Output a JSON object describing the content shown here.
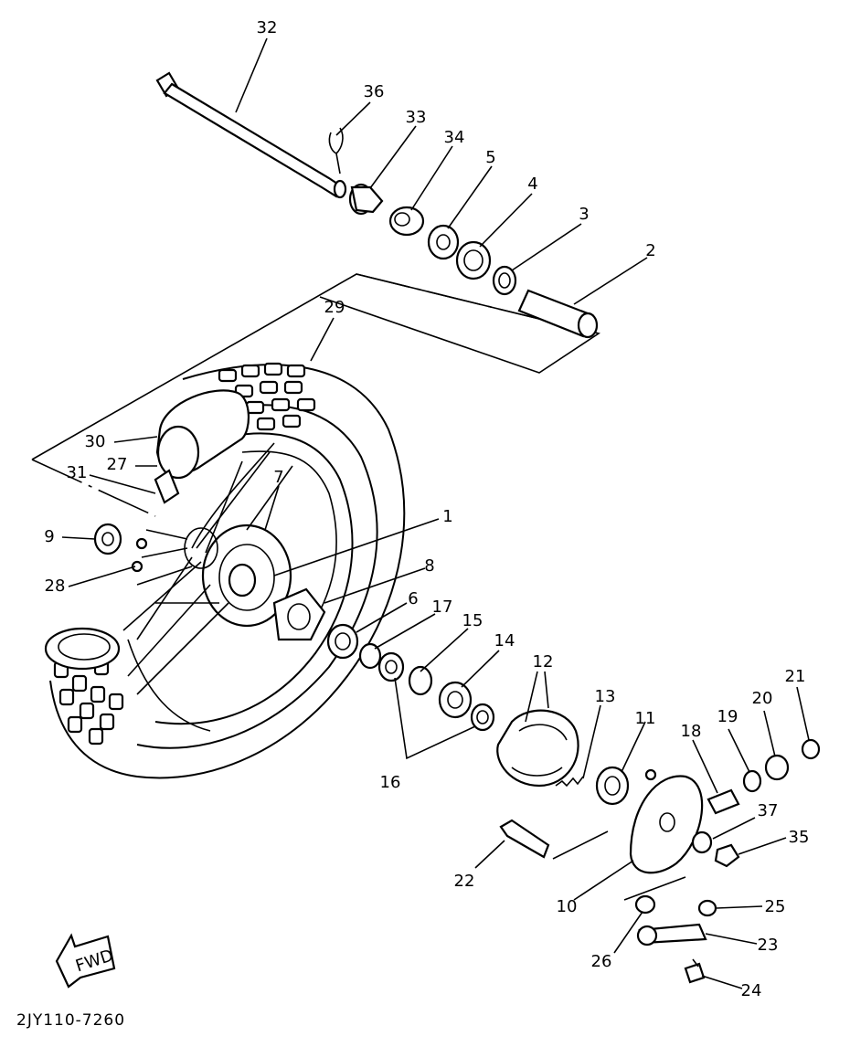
{
  "diagram": {
    "part_labels": [
      "32",
      "36",
      "33",
      "34",
      "5",
      "4",
      "3",
      "2",
      "29",
      "30",
      "27",
      "31",
      "7",
      "1",
      "8",
      "9",
      "28",
      "6",
      "17",
      "15",
      "14",
      "12",
      "13",
      "11",
      "18",
      "19",
      "20",
      "21",
      "16",
      "37",
      "35",
      "22",
      "10",
      "25",
      "23",
      "26",
      "24"
    ],
    "fwd_label": "FWD",
    "drawing_code": "2JY110-7260"
  }
}
